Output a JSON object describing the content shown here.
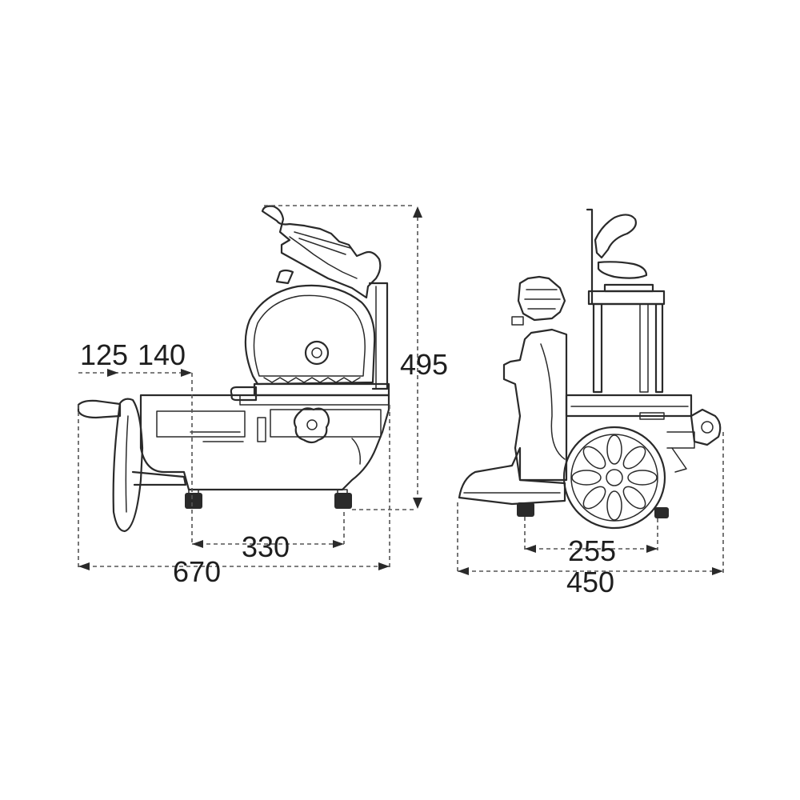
{
  "side_view": {
    "dim_handle_depth": "125",
    "dim_handle_to_base": "140",
    "dim_height": "495",
    "dim_feet_spacing": "330",
    "dim_total_length": "670"
  },
  "front_view": {
    "dim_feet_spacing": "255",
    "dim_total_width": "450"
  }
}
